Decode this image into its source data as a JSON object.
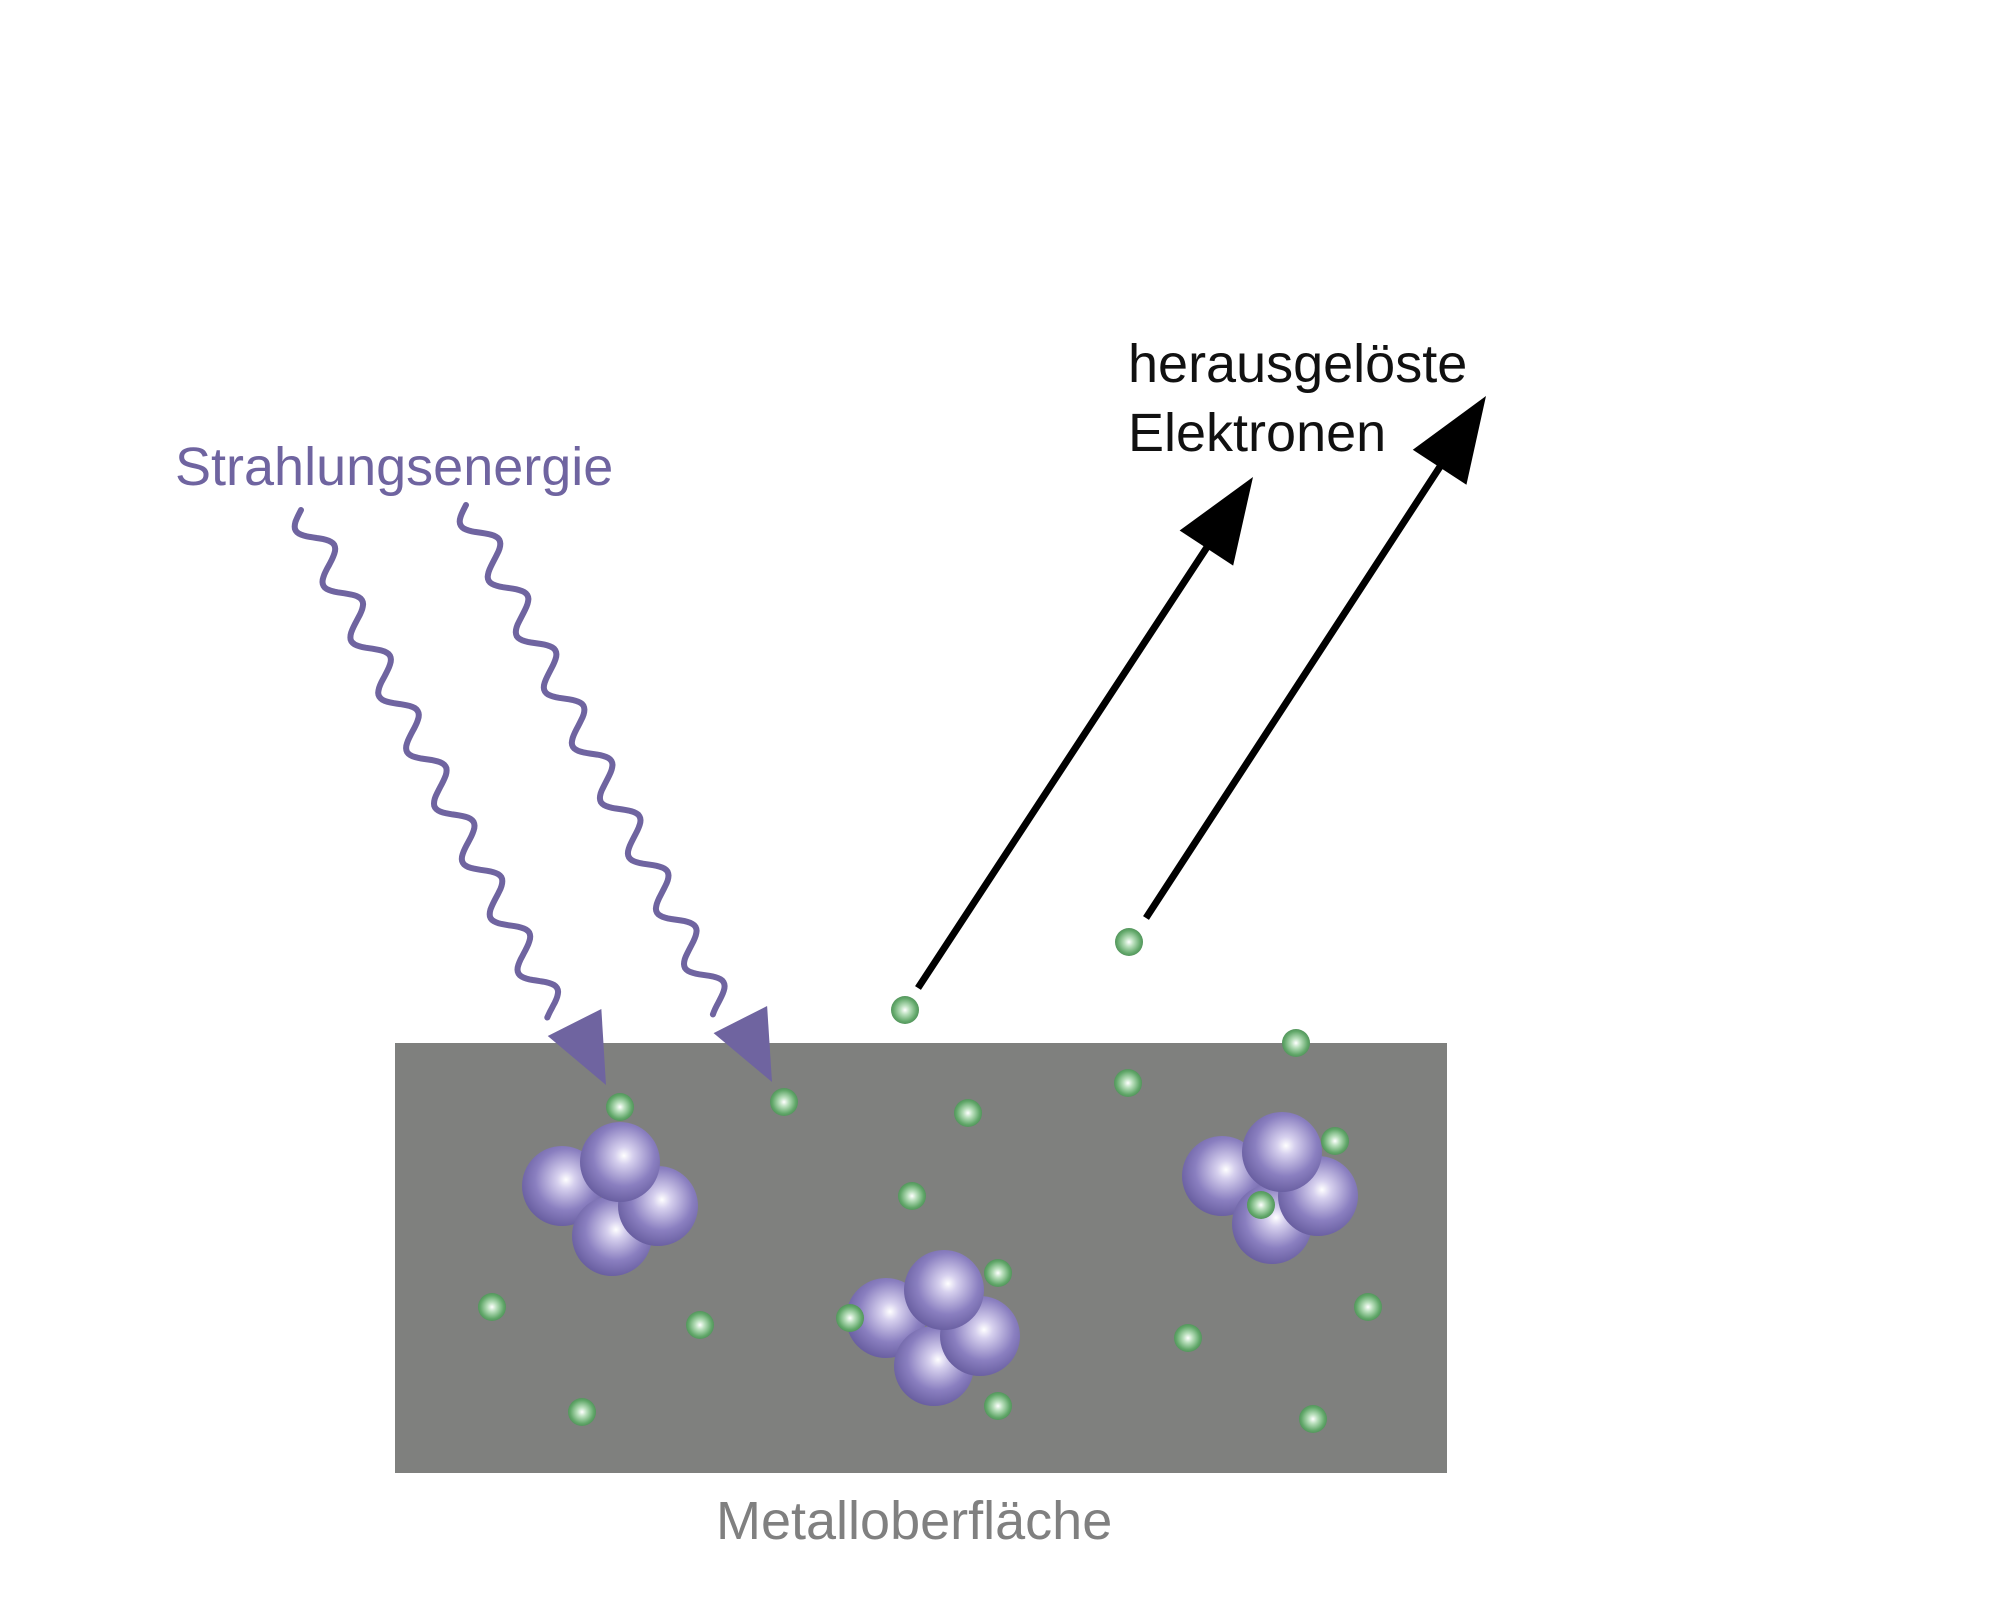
{
  "labels": {
    "radiation": "Strahlungsenergie",
    "electrons_line1": "herausgelöste",
    "electrons_line2": "Elektronen",
    "metal_surface": "Metalloberfläche"
  },
  "colors": {
    "metal": "#7f807e",
    "wave": "#6f64a0",
    "arrow": "#000000",
    "label_radiation": "#6f64a0",
    "label_electrons": "#111111",
    "label_metal": "#808080",
    "electron": "#62a86a",
    "atom": "#7f73b8"
  },
  "counts": {
    "radiation_waves": 2,
    "emitted_electron_arrows": 2,
    "atom_clusters": 3
  }
}
